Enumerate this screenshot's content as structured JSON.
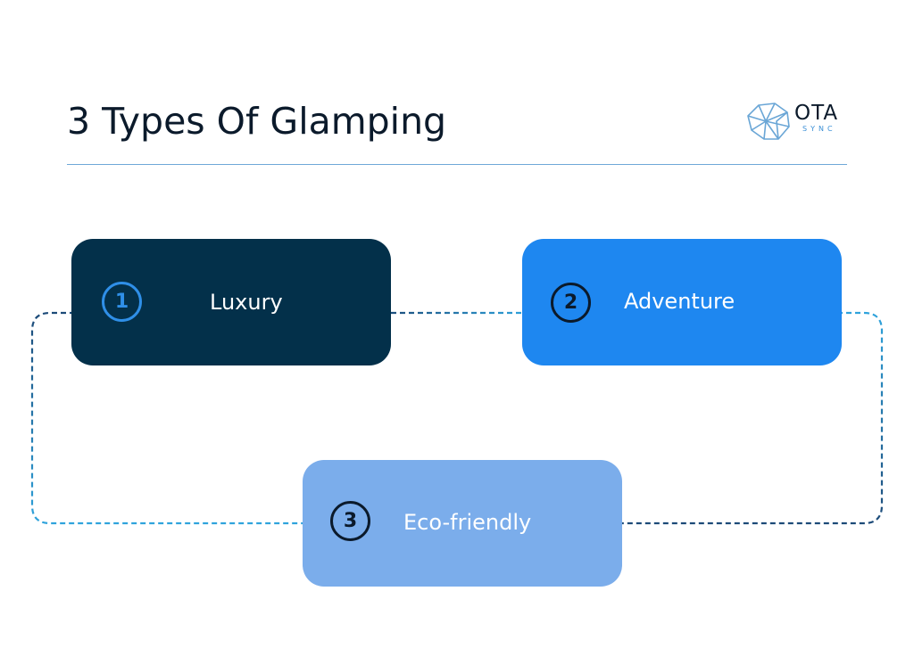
{
  "header": {
    "title": "3 Types Of Glamping"
  },
  "logo": {
    "name": "OTA",
    "subname": "SYNC"
  },
  "colors": {
    "title": "#0b1a2b",
    "rule": "#6fa8d8",
    "card_1": "#03304a",
    "card_2": "#1e87f0",
    "card_3": "#7badeb",
    "connector_dark": "#1c4a78",
    "connector_light": "#2fa3dc"
  },
  "types": [
    {
      "number": "1",
      "label": "Luxury"
    },
    {
      "number": "2",
      "label": "Adventure"
    },
    {
      "number": "3",
      "label": "Eco-friendly"
    }
  ]
}
